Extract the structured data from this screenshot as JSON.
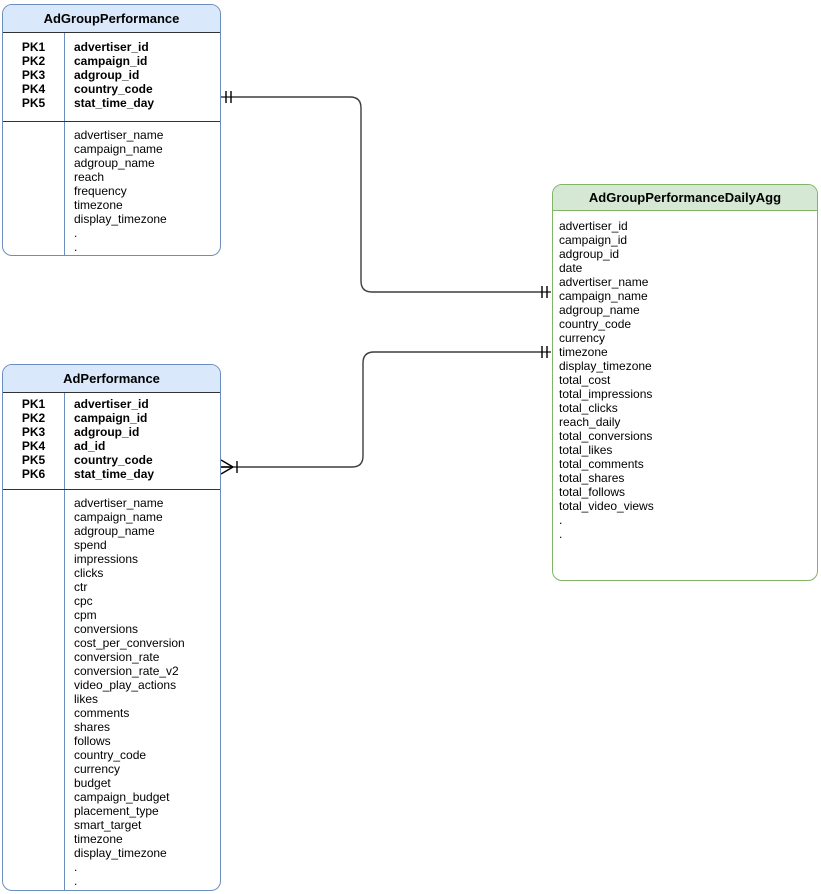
{
  "diagram": {
    "relationship_line_color": "#3d3d3d",
    "marker_color": "#000000",
    "tables": [
      {
        "title": "AdGroupPerformance",
        "colors": {
          "border": "#6c8ebf",
          "header_fill": "#dae8fc",
          "divider": "#333333"
        },
        "key_rows": [
          {
            "key": "PK1",
            "field": "advertiser_id"
          },
          {
            "key": "PK2",
            "field": "campaign_id"
          },
          {
            "key": "PK3",
            "field": "adgroup_id"
          },
          {
            "key": "PK4",
            "field": "country_code"
          },
          {
            "key": "PK5",
            "field": "stat_time_day"
          }
        ],
        "fields": [
          "advertiser_name",
          "campaign_name",
          "adgroup_name",
          "reach",
          "frequency",
          "timezone",
          "display_timezone",
          ".",
          "."
        ]
      },
      {
        "title": "AdPerformance",
        "colors": {
          "border": "#6c8ebf",
          "header_fill": "#dae8fc",
          "divider": "#333333"
        },
        "key_rows": [
          {
            "key": "PK1",
            "field": "advertiser_id"
          },
          {
            "key": "PK2",
            "field": "campaign_id"
          },
          {
            "key": "PK3",
            "field": "adgroup_id"
          },
          {
            "key": "PK4",
            "field": "ad_id"
          },
          {
            "key": "PK5",
            "field": "country_code"
          },
          {
            "key": "PK6",
            "field": "stat_time_day"
          }
        ],
        "fields": [
          "advertiser_name",
          "campaign_name",
          "adgroup_name",
          "spend",
          "impressions",
          "clicks",
          "ctr",
          "cpc",
          "cpm",
          "conversions",
          "cost_per_conversion",
          "conversion_rate",
          "conversion_rate_v2",
          "video_play_actions",
          "likes",
          "comments",
          "shares",
          "follows",
          "country_code",
          "currency",
          "budget",
          "campaign_budget",
          "placement_type",
          "smart_target",
          "timezone",
          "display_timezone",
          ".",
          "."
        ]
      },
      {
        "title": "AdGroupPerformanceDailyAgg",
        "colors": {
          "border": "#82b366",
          "header_fill": "#d5e8d4",
          "divider": "#82b366"
        },
        "key_rows": [],
        "fields": [
          "advertiser_id",
          "campaign_id",
          "adgroup_id",
          "date",
          "advertiser_name",
          "campaign_name",
          "adgroup_name",
          "country_code",
          "currency",
          "timezone",
          "display_timezone",
          "total_cost",
          "total_impressions",
          "total_clicks",
          "reach_daily",
          "total_conversions",
          "total_likes",
          "total_comments",
          "total_shares",
          "total_follows",
          "total_video_views",
          ".",
          "."
        ]
      }
    ],
    "relationships": [
      {
        "from": "AdGroupPerformance",
        "to": "AdGroupPerformanceDailyAgg",
        "from_cardinality": "one-and-only-one",
        "to_cardinality": "one-and-only-one"
      },
      {
        "from": "AdPerformance",
        "to": "AdGroupPerformanceDailyAgg",
        "from_cardinality": "one-or-many",
        "to_cardinality": "one-and-only-one"
      }
    ]
  }
}
